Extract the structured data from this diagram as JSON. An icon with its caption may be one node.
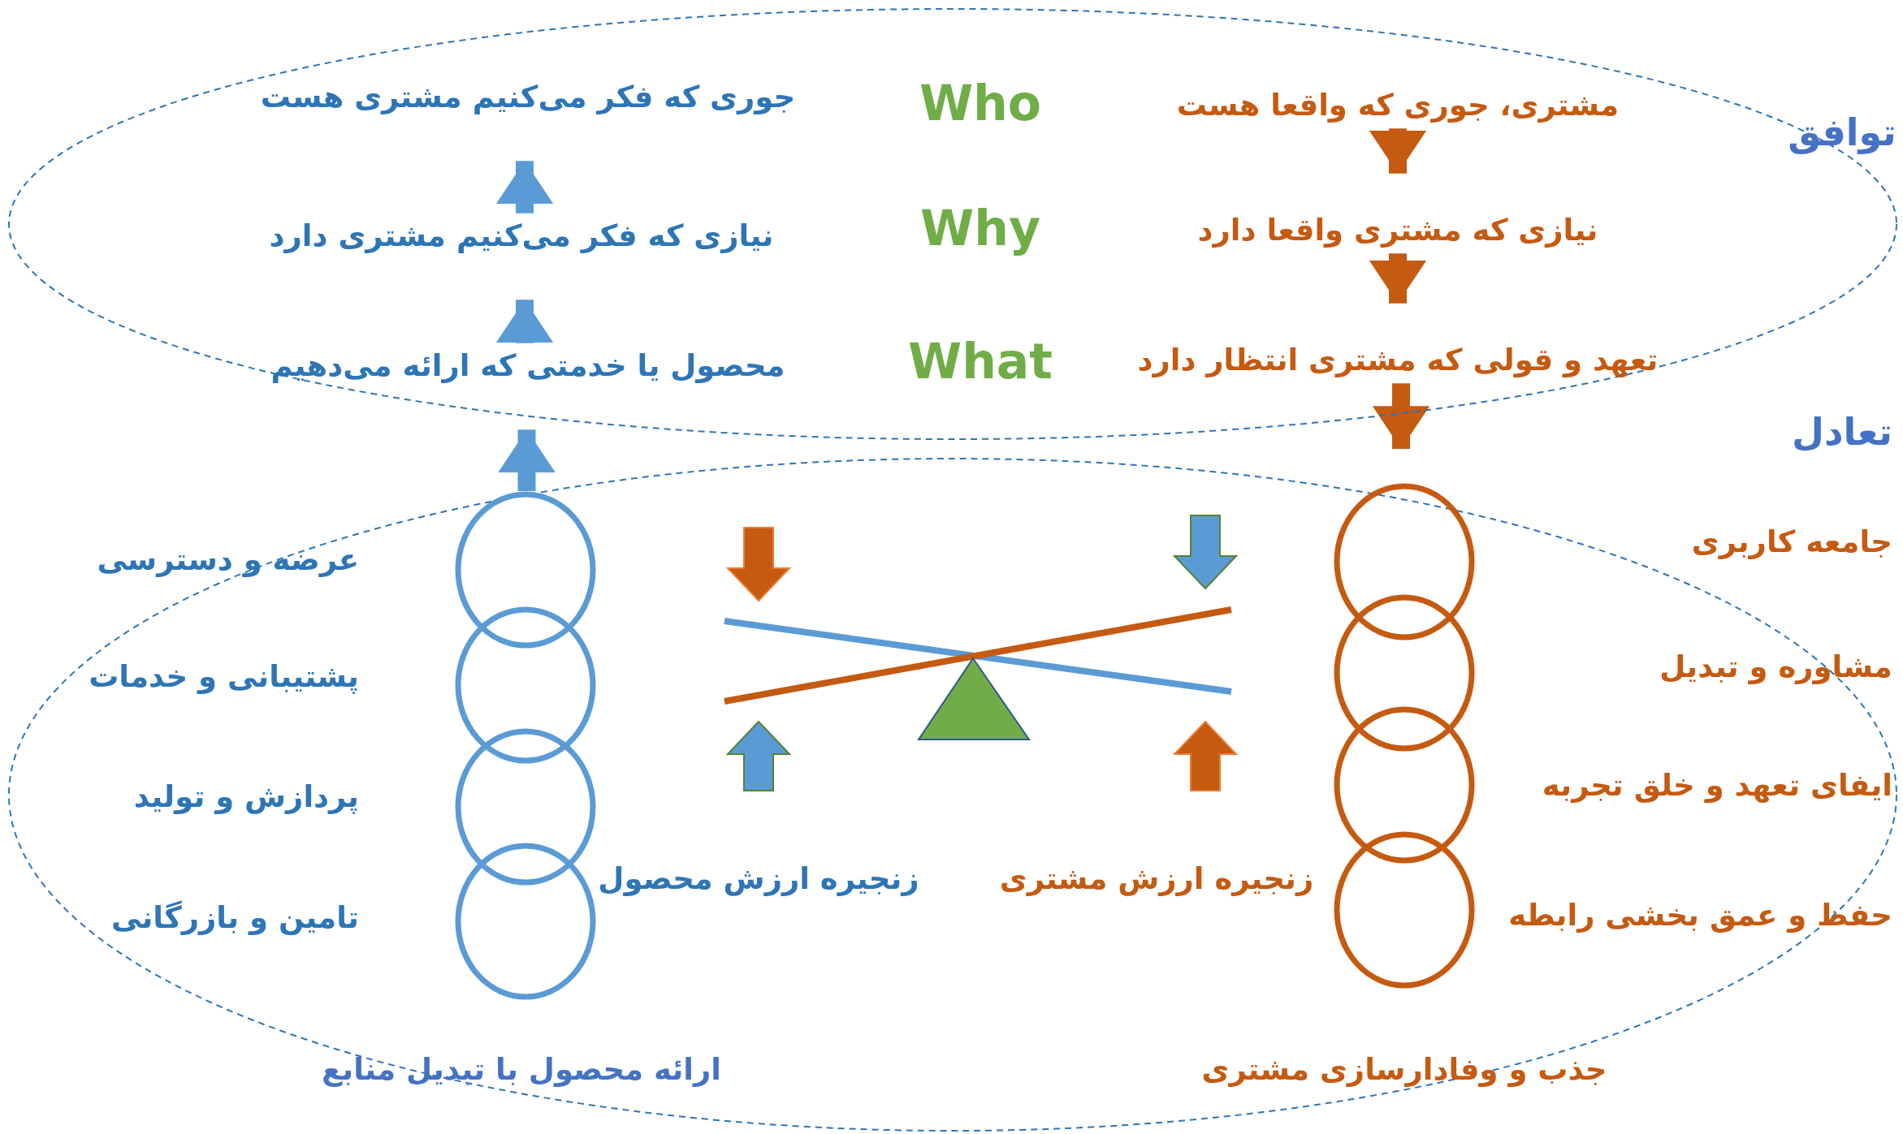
{
  "diagram": {
    "nodes": [
      {
        "text": [
          "توافق"
        ]
      },
      {
        "text": [
          "جوری که فکر می‌کنیم مشتری هست"
        ],
        "in": 0
      },
      {
        "text": [
          "نیازی که فکر می‌کنیم مشتری دارد"
        ],
        "in": 0
      },
      {
        "text": [
          "محصول یا خدمتی که ارائه می‌دهیم"
        ],
        "in": 0
      },
      {
        "text": [
          "مشتری، جوری که واقعا هست"
        ],
        "in": 0
      },
      {
        "text": [
          "نیازی که مشتری واقعا دارد"
        ],
        "in": 0
      },
      {
        "text": [
          "تعهد و قولی که مشتری انتظار دارد"
        ],
        "in": 0
      },
      {
        "text": [
          "تعادل"
        ]
      },
      {
        "text": [],
        "shape": "circle",
        "in": 7,
        "beside": [
          "عرضه و دسترسی"
        ]
      },
      {
        "text": [],
        "shape": "circle",
        "in": 7,
        "beside": [
          "پشتیبانی و خدمات"
        ]
      },
      {
        "text": [],
        "shape": "circle",
        "in": 7,
        "beside": [
          "پردازش و تولید"
        ]
      },
      {
        "text": [],
        "shape": "circle",
        "in": 7,
        "beside": [
          "تامین و بازرگانی"
        ]
      },
      {
        "text": [],
        "shape": "circle",
        "in": 7
      },
      {
        "text": [],
        "shape": "circle",
        "in": 7
      },
      {
        "text": [],
        "shape": "circle",
        "in": 7
      },
      {
        "text": [],
        "shape": "circle",
        "in": 7
      }
    ],
    "edges": [
      {
        "from": 3,
        "to": 2,
        "arrow": "to",
        "color": "#5b9bd5"
      },
      {
        "from": 2,
        "to": 1,
        "arrow": "to",
        "color": "#5b9bd5"
      },
      {
        "from": 8,
        "to": 3,
        "arrow": "to",
        "color": "#5b9bd5"
      },
      {
        "from": 4,
        "to": 5,
        "arrow": "to",
        "color": "#c55a11"
      },
      {
        "from": 5,
        "to": 6,
        "arrow": "to",
        "color": "#c55a11"
      },
      {
        "from": 6,
        "to": 12,
        "arrow": "to",
        "color": "#c55a11"
      }
    ],
    "labels": [
      "Who",
      "Why",
      "What",
      "جامعه کاربری",
      "مشاوره و تبدیل",
      "ایفای تعهد و خلق تجربه",
      "حفظ و عمق بخشی رابطه",
      "زنجیره ارزش محصول",
      "زنجیره ارزش مشتری",
      "ارائه محصول با تبدیل منابع",
      "جذب و وفادارسازی مشتری"
    ]
  }
}
